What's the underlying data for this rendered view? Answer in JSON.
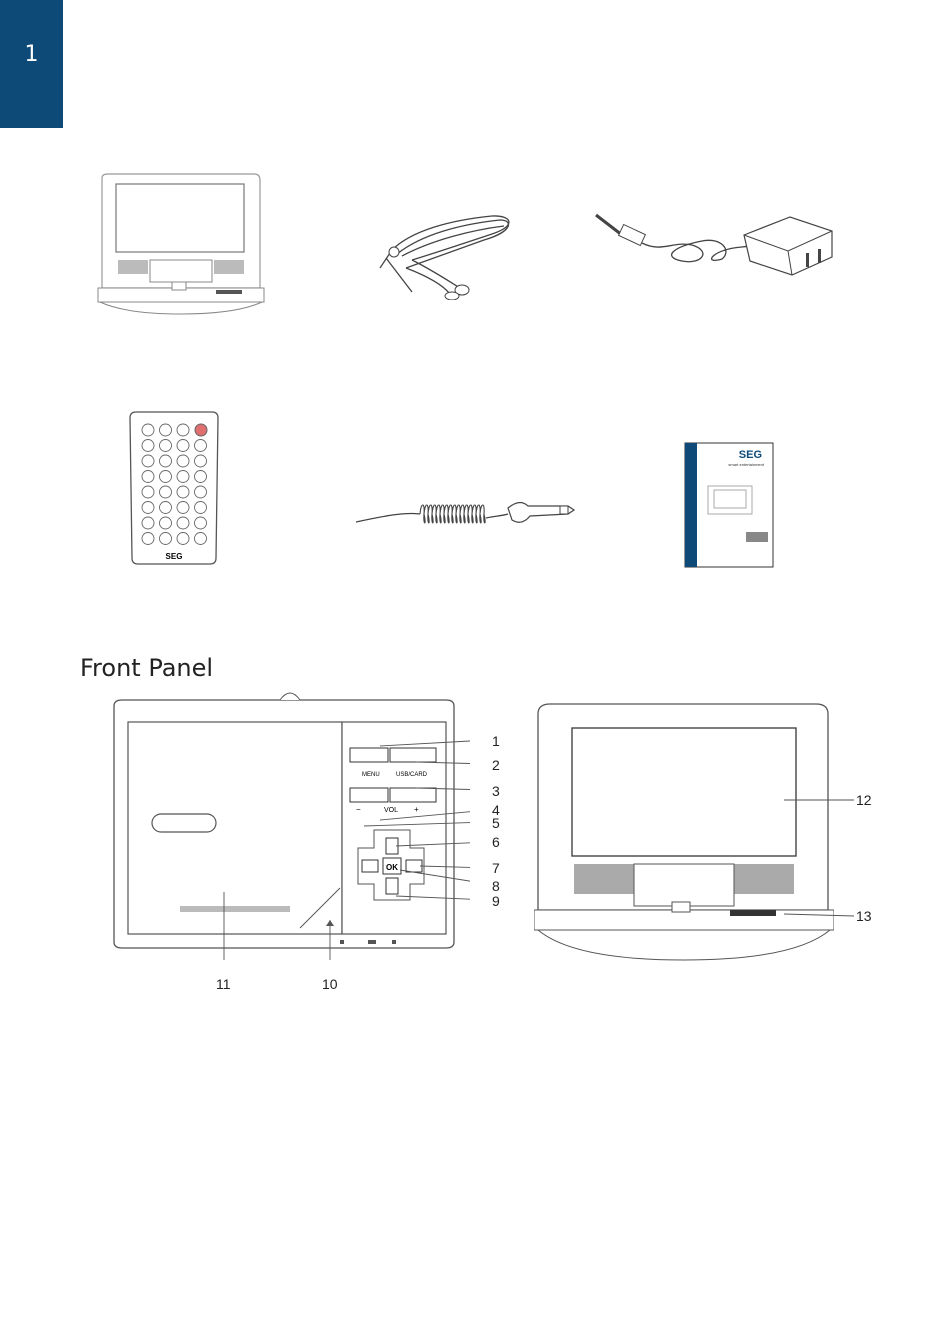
{
  "page": {
    "number": "1",
    "tab_color": "#0d4a78"
  },
  "front_panel": {
    "title": "Front Panel",
    "buttons": {
      "menu": "MENU",
      "usb_card": "USB/CARD",
      "vol": "VOL",
      "vol_minus": "−",
      "vol_plus": "+",
      "ok": "OK"
    },
    "callouts": [
      "1",
      "2",
      "3",
      "4",
      "5",
      "6",
      "7",
      "8",
      "9",
      "10",
      "11",
      "12",
      "13"
    ]
  },
  "manual_cover": {
    "brand": "SEG",
    "tagline": "smart entertainment"
  },
  "remote": {
    "brand": "SEG"
  },
  "icons": [
    "portable-dvd-player",
    "earphones",
    "ac-adapter",
    "remote-control",
    "car-adapter",
    "user-manual"
  ]
}
